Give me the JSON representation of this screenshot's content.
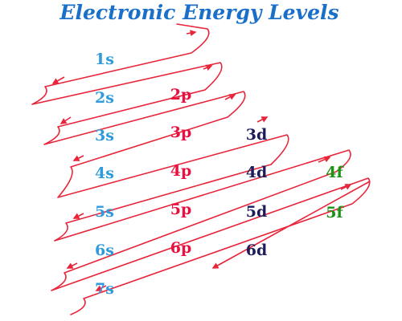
{
  "title": "Electronic Energy Levels",
  "colors": {
    "title": "#1a6fc9",
    "path": "#e8253a",
    "s": "#2f9bdc",
    "p": "#e8103f",
    "d": "#1c1c5a",
    "f": "#1a9415"
  },
  "orbitals": {
    "s": [
      "1s",
      "2s",
      "3s",
      "4s",
      "5s",
      "6s",
      "7s"
    ],
    "p": [
      "2p",
      "3p",
      "4p",
      "5p",
      "6p"
    ],
    "d": [
      "3d",
      "4d",
      "5d",
      "6d"
    ],
    "f": [
      "4f",
      "5f"
    ]
  },
  "filling_order": [
    "1s",
    "2s",
    "2p",
    "3s",
    "3p",
    "4s",
    "3d",
    "4p",
    "5s",
    "4d",
    "5p",
    "6s",
    "4f",
    "5d",
    "6p",
    "7s",
    "5f",
    "6d"
  ]
}
